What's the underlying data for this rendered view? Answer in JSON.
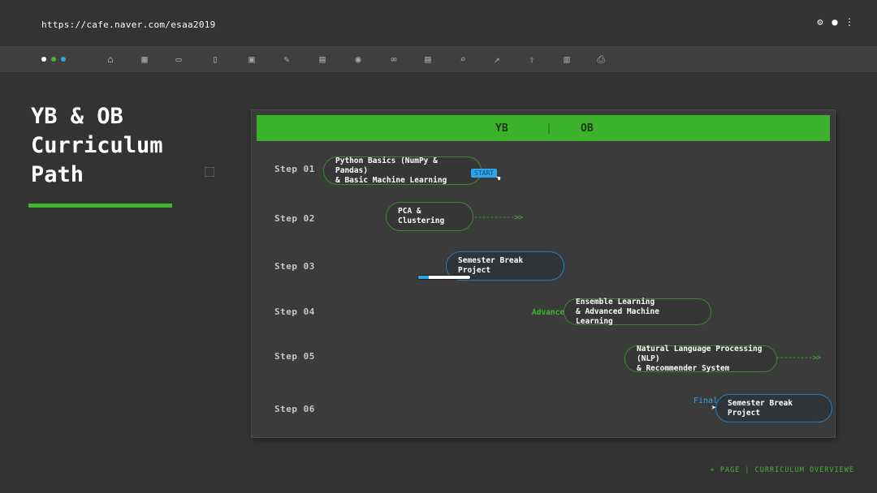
{
  "url": "https://cafe.naver.com/esaa2019",
  "top_icons": [
    "gear-icon",
    "info-icon",
    "more-vertical-icon"
  ],
  "window_dots": [
    {
      "name": "dot-white",
      "color": "#ffffff"
    },
    {
      "name": "dot-green",
      "color": "#3eb52e"
    },
    {
      "name": "dot-blue",
      "color": "#2fa4e7"
    }
  ],
  "toolbar_icons": [
    "home-icon",
    "grid-icon",
    "folder-icon",
    "file-icon",
    "image-icon",
    "edit-icon",
    "save-icon",
    "eye-icon",
    "link-icon",
    "document-icon",
    "search-icon",
    "external-icon",
    "upload-icon",
    "chart-icon",
    "print-icon"
  ],
  "sidebar": {
    "title_line1": "YB & OB",
    "title_line2": "Curriculum",
    "title_line3": "Path"
  },
  "panel": {
    "head_yb": "YB",
    "head_sep": "|",
    "head_ob": "OB"
  },
  "steps": [
    {
      "label": "Step 01",
      "line1": "Python Basics (NumPy & Pandas)",
      "line2": "& Basic Machine Learning",
      "style": "green"
    },
    {
      "label": "Step 02",
      "line1": "PCA & Clustering",
      "line2": "",
      "style": "green"
    },
    {
      "label": "Step 03",
      "line1": "Semester Break Project",
      "line2": "",
      "style": "blue"
    },
    {
      "label": "Step 04",
      "line1": "Ensemble Learning",
      "line2": "& Advanced Machine Learning",
      "style": "green"
    },
    {
      "label": "Step 05",
      "line1": "Natural Language Processing (NLP)",
      "line2": "& Recommender System",
      "style": "green"
    },
    {
      "label": "Step 06",
      "line1": "Semester Break Project",
      "line2": "",
      "style": "blue"
    }
  ],
  "tags": {
    "start": "START",
    "advanced": "Advanced",
    "final": "Final"
  },
  "arrows": {
    "step02": "---------->>",
    "step05": "--------->>"
  },
  "step03_progress": 0.2,
  "footer": "+ PAGE | CURRICULUM OVERVIEWE"
}
